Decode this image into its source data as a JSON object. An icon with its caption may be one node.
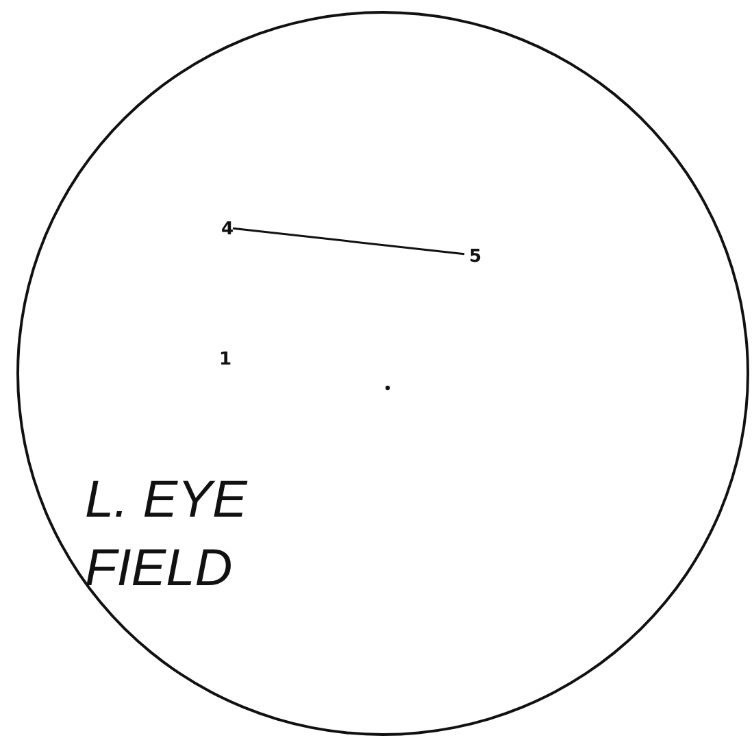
{
  "diagram": {
    "nodes": [
      {
        "text": [
          "L. EYE FIELD"
        ]
      },
      {
        "text": [
          "4"
        ],
        "in": 0
      },
      {
        "text": [
          "5"
        ],
        "in": 0
      }
    ],
    "edges": [
      {
        "from": 1,
        "to": 2,
        "arrow": "none"
      }
    ],
    "labels": [
      "1"
    ]
  }
}
